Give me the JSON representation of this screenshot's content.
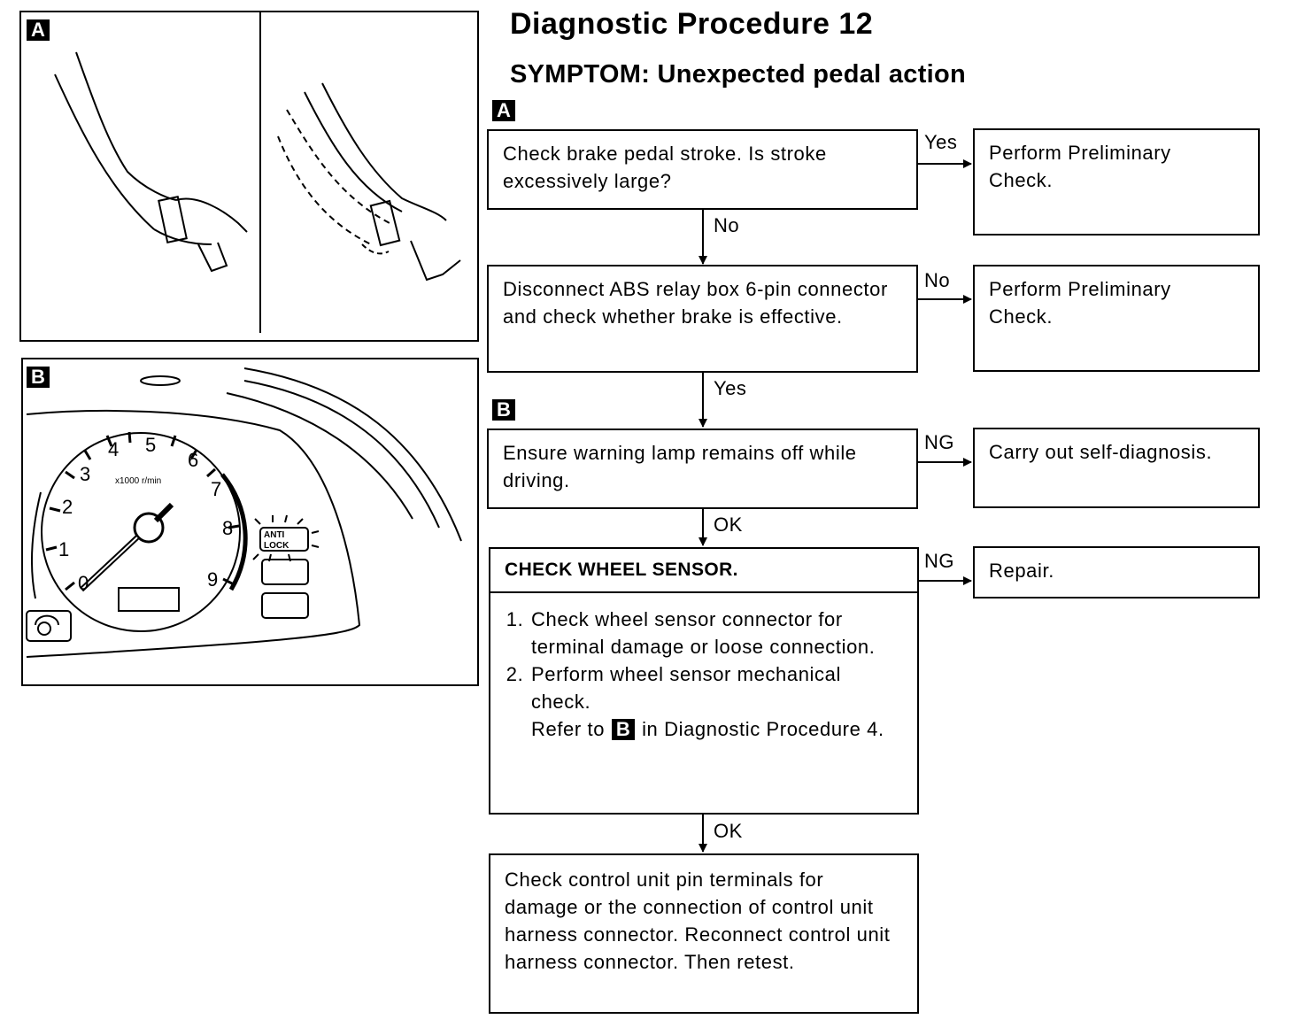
{
  "title": "Diagnostic Procedure 12",
  "symptom": "SYMPTOM: Unexpected pedal action",
  "tags": {
    "a": "A",
    "b": "B"
  },
  "figure_b": {
    "gauge_numbers": [
      "0",
      "1",
      "2",
      "3",
      "4",
      "5",
      "6",
      "7",
      "8",
      "9"
    ],
    "unit": "x1000 r/min",
    "lamp_line1": "ANTI",
    "lamp_line2": "LOCK"
  },
  "steps": {
    "step1": "Check brake pedal stroke. Is stroke excessively large?",
    "step2": "Disconnect ABS relay box 6-pin connector and check whether brake is effective.",
    "step3": "Ensure warning lamp remains off while driving.",
    "step4_title": "CHECK WHEEL SENSOR.",
    "step4_item1": "Check wheel sensor connector for terminal damage or loose connection.",
    "step4_item2": "Perform wheel sensor mechanical check.",
    "step4_refer_prefix": "Refer to",
    "step4_refer_tag": "B",
    "step4_refer_suffix": "in Diagnostic Procedure 4.",
    "step5": "Check control unit pin terminals for damage or the connection of control unit harness connector. Reconnect control unit harness connector. Then retest."
  },
  "results": {
    "r1": "Perform Preliminary Check.",
    "r2": "Perform Preliminary Check.",
    "r3": "Carry out self-diagnosis.",
    "r4": "Repair."
  },
  "branch_labels": {
    "s1_side": "Yes",
    "s1_down": "No",
    "s2_side": "No",
    "s2_down": "Yes",
    "s3_side": "NG",
    "s3_down": "OK",
    "s4_side": "NG",
    "s4_down": "OK"
  }
}
